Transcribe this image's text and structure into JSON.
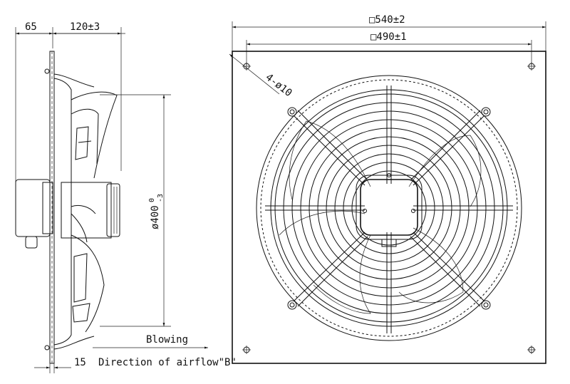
{
  "labels": {
    "depth_offset": "65",
    "depth_main": "120±3",
    "outer_square": "□540±2",
    "hole_square": "□490±1",
    "holes": "4-ø10",
    "diameter_main": "ø400",
    "diameter_sup": "0",
    "diameter_sub": "-3",
    "blowing": "Blowing",
    "flange": "15",
    "direction": "Direction of airflow\"B\""
  }
}
